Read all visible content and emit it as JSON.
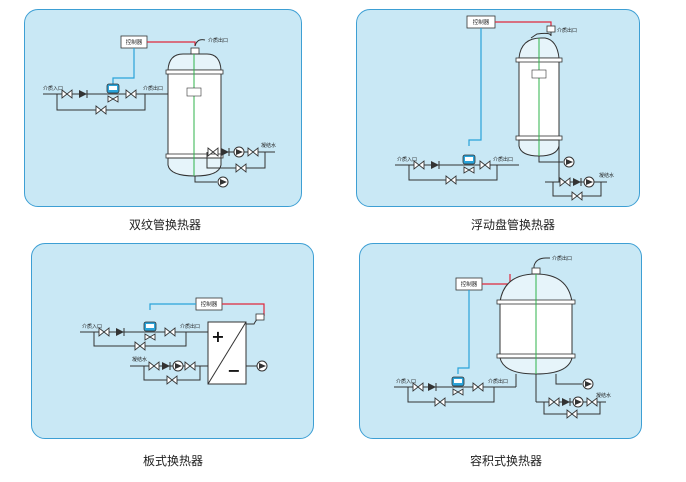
{
  "panels": [
    {
      "caption": "双纹管换热器",
      "controller": "控制器",
      "inlet": "介质入口",
      "outlet": "介质出口",
      "return_out": "介质出口",
      "cond": "凝结水"
    },
    {
      "caption": "浮动盘管换热器",
      "controller": "控制器",
      "inlet": "介质入口",
      "outlet": "介质出口",
      "return_out": "介质出口",
      "cond": "凝结水"
    },
    {
      "caption": "板式换热器",
      "controller": "控制器",
      "inlet": "介质入口",
      "outlet": "介质出口",
      "cond": "凝结水"
    },
    {
      "caption": "容积式换热器",
      "controller": "控制器",
      "inlet": "介质入口",
      "outlet": "介质出口",
      "return_out": "介质出口",
      "cond": "凝结水"
    }
  ],
  "colors": {
    "panel_bg": "#c9e8f5",
    "panel_border": "#3d9fd4",
    "signal_blue": "#2aa3d9",
    "signal_red": "#e0283c",
    "green_axis": "#2fb34b"
  }
}
